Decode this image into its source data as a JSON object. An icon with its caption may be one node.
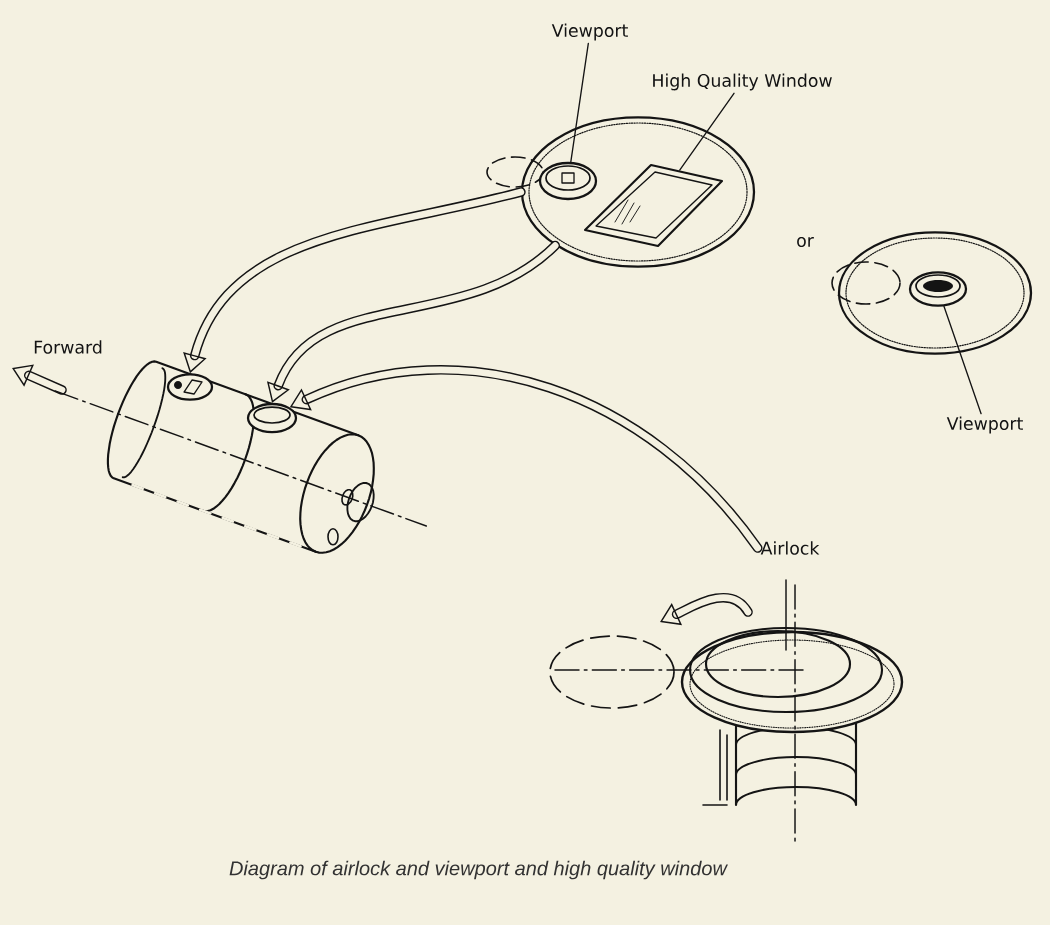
{
  "diagram": {
    "caption": "Diagram of airlock and viewport and high quality window",
    "nodes": [
      {
        "text": [
          "Viewport"
        ]
      },
      {
        "text": [
          "High Quality Window"
        ]
      },
      {
        "text": [],
        "shape": "circle"
      },
      {
        "text": [],
        "shape": "circle",
        "in": 2
      },
      {
        "text": [],
        "shape": "box",
        "in": 2
      },
      {
        "text": [],
        "shape": "circle"
      },
      {
        "text": [],
        "shape": "circle",
        "in": 5
      },
      {
        "text": [
          "Viewport"
        ]
      },
      {
        "text": [],
        "shape": "cylinder"
      },
      {
        "text": [],
        "shape": "circle",
        "in": 8
      },
      {
        "text": [],
        "shape": "circle",
        "in": 8
      },
      {
        "text": [
          "Airlock"
        ]
      }
    ],
    "edges": [
      {
        "from": 0,
        "to": 3,
        "arrow": "none"
      },
      {
        "from": 1,
        "to": 4,
        "arrow": "none"
      },
      {
        "from": 7,
        "to": 6,
        "arrow": "none"
      },
      {
        "from": 2,
        "to": 9,
        "arrow": "to",
        "style": "thick"
      },
      {
        "from": 2,
        "to": 10,
        "arrow": "to",
        "style": "thick"
      },
      {
        "from": 11,
        "to": 10,
        "arrow": "to",
        "style": "thick"
      }
    ],
    "labels": [
      "Forward",
      "or"
    ]
  }
}
